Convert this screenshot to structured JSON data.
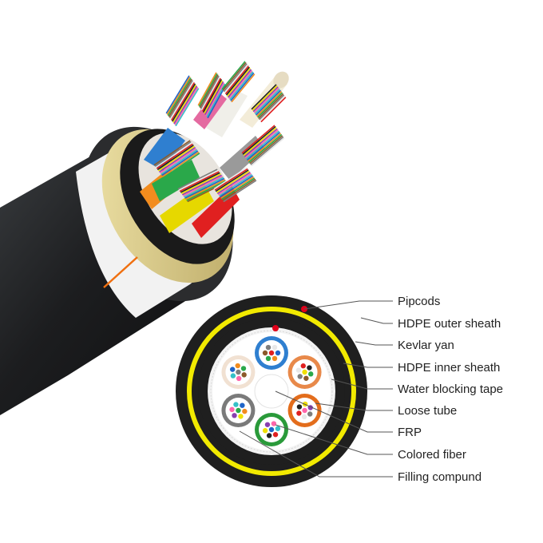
{
  "legend": {
    "items": [
      {
        "key": "pipcods",
        "label": "Pipcods"
      },
      {
        "key": "hdpe-outer-sheath",
        "label": "HDPE outer sheath"
      },
      {
        "key": "kevlar-yan",
        "label": "Kevlar yan"
      },
      {
        "key": "hdpe-inner-sheath",
        "label": "HDPE inner sheath"
      },
      {
        "key": "water-blocking-tape",
        "label": "Water blocking tape"
      },
      {
        "key": "loose-tube",
        "label": "Loose tube"
      },
      {
        "key": "frp",
        "label": "FRP"
      },
      {
        "key": "colored-fiber",
        "label": "Colored fiber"
      },
      {
        "key": "filling-compound",
        "label": "Filling compund"
      }
    ]
  },
  "colors": {
    "sheath": "#1f1f1f",
    "kevlar": "#f2ea00",
    "pipcod": "#e0001a",
    "tape": "#f3f3f3",
    "leader": "#555555",
    "tube_colors": [
      "#2f7fd0",
      "#e8894a",
      "#e36d1c",
      "#2a9a3a",
      "#7a7a7a",
      "#f1e1d2"
    ],
    "fiber_colors": [
      "#1e64c8",
      "#f28c1e",
      "#2aa84a",
      "#8b5a2b",
      "#7d7d7d",
      "#e8e8e8",
      "#e02020",
      "#222222",
      "#f0e000",
      "#8a3fb0",
      "#ff66aa",
      "#36c0c8"
    ]
  }
}
